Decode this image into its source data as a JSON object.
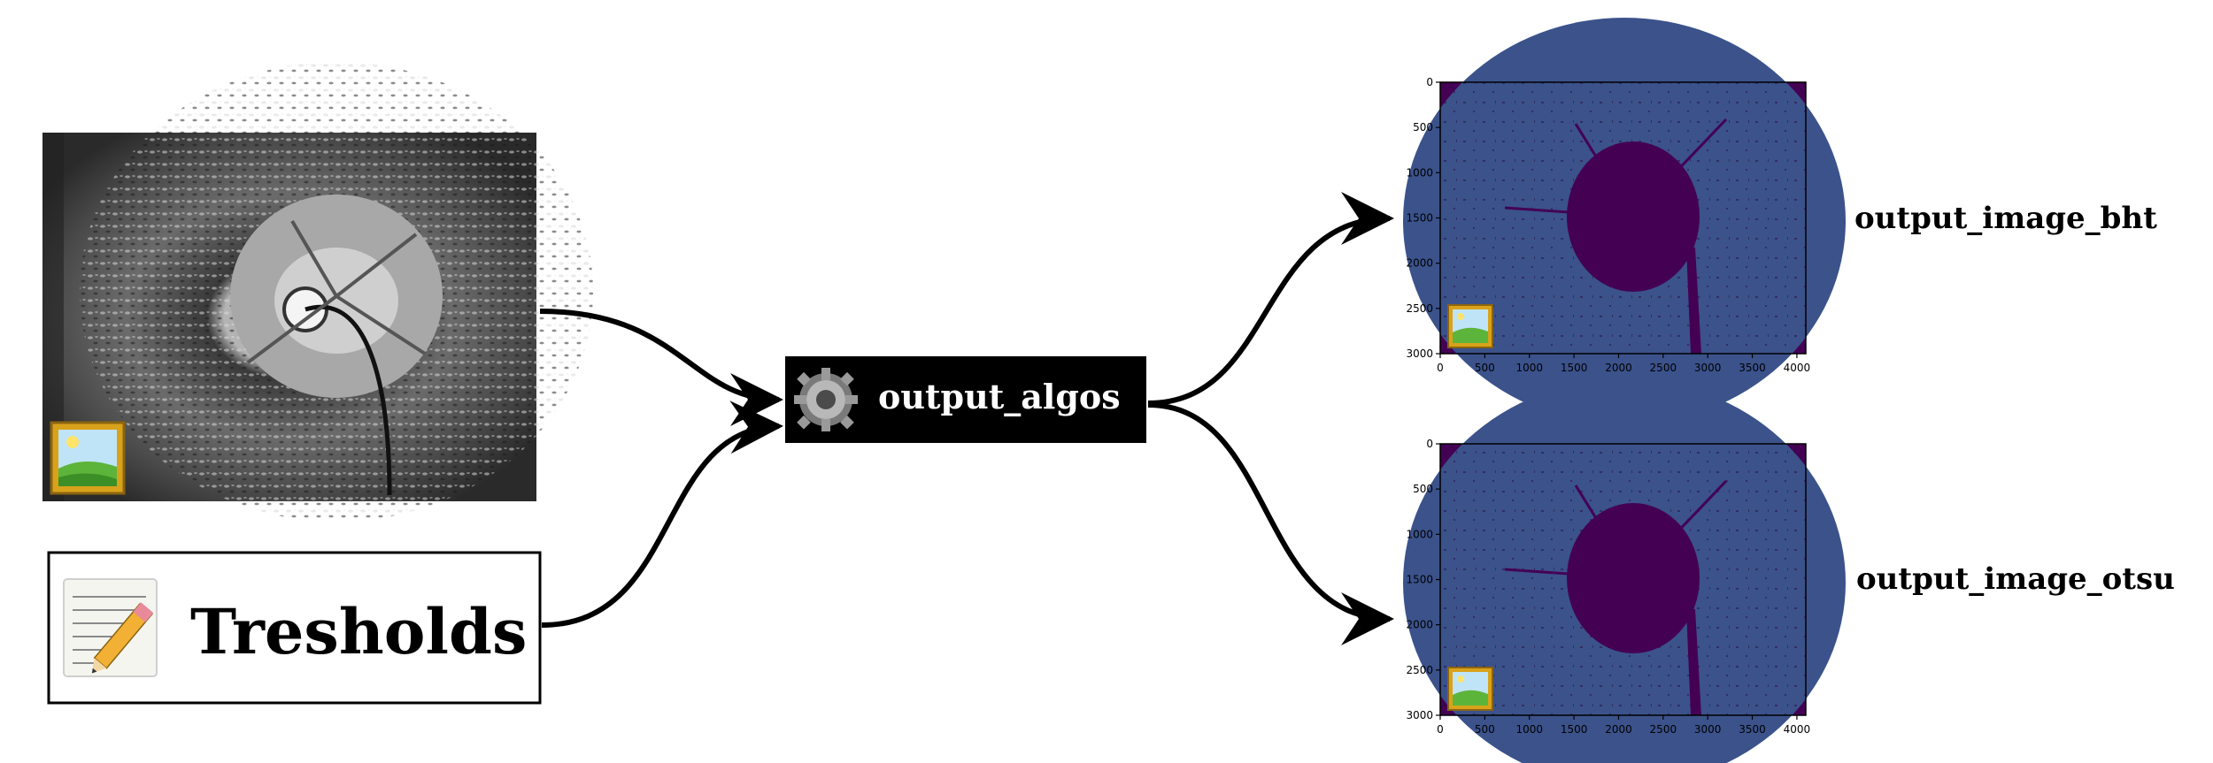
{
  "nodes": {
    "input_image": {
      "icon": "image-file-icon"
    },
    "thresholds": {
      "label": "Tresholds",
      "icon": "text-file-pencil-icon"
    },
    "algo": {
      "label": "output_algos",
      "icon": "gear-icon"
    },
    "output_bht": {
      "label": "output_image_bht",
      "icon": "image-file-icon"
    },
    "output_otsu": {
      "label": "output_image_otsu",
      "icon": "image-file-icon"
    }
  },
  "plot_axes": {
    "x_ticks": [
      "0",
      "500",
      "1000",
      "1500",
      "2000",
      "2500",
      "3000",
      "3500",
      "4000"
    ],
    "y_ticks": [
      "0",
      "500",
      "1000",
      "1500",
      "2000",
      "2500",
      "3000"
    ]
  },
  "colors": {
    "plot_dark": "#440154",
    "plot_mid": "#3b528b",
    "node_fill": "#000000",
    "edge": "#000000"
  }
}
